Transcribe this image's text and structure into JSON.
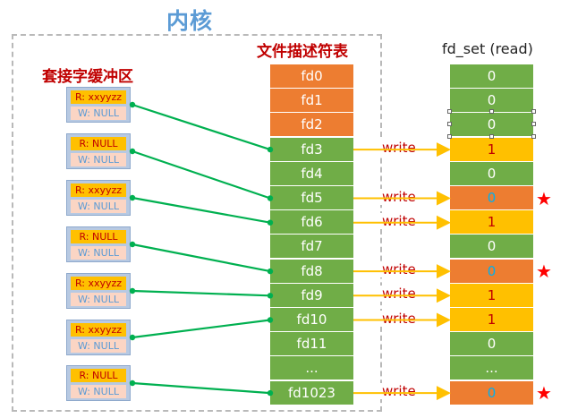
{
  "title": "内核",
  "socket_buffer_label": "套接字缓冲区",
  "fd_table_label": "文件描述符表",
  "fd_set_label": "fd_set (read)",
  "write_label": "write",
  "buffers": [
    {
      "r": "R: xxyyzz",
      "w": "W: NULL"
    },
    {
      "r": "R: NULL",
      "w": "W: NULL"
    },
    {
      "r": "R: xxyyzz",
      "w": "W: NULL"
    },
    {
      "r": "R: NULL",
      "w": "W: NULL"
    },
    {
      "r": "R: xxyyzz",
      "w": "W: NULL"
    },
    {
      "r": "R: xxyyzz",
      "w": "W: NULL"
    },
    {
      "r": "R: NULL",
      "w": "W: NULL"
    }
  ],
  "fds": [
    {
      "label": "fd0",
      "color": "orange"
    },
    {
      "label": "fd1",
      "color": "orange"
    },
    {
      "label": "fd2",
      "color": "orange"
    },
    {
      "label": "fd3",
      "color": "green"
    },
    {
      "label": "fd4",
      "color": "green"
    },
    {
      "label": "fd5",
      "color": "green"
    },
    {
      "label": "fd6",
      "color": "green"
    },
    {
      "label": "fd7",
      "color": "green"
    },
    {
      "label": "fd8",
      "color": "green"
    },
    {
      "label": "fd9",
      "color": "green"
    },
    {
      "label": "fd10",
      "color": "green"
    },
    {
      "label": "fd11",
      "color": "green"
    },
    {
      "label": "...",
      "color": "green"
    },
    {
      "label": "fd1023",
      "color": "green"
    }
  ],
  "bits": [
    {
      "value": "0",
      "color": "green",
      "write": false,
      "star": false
    },
    {
      "value": "0",
      "color": "green",
      "write": false,
      "star": false
    },
    {
      "value": "0",
      "color": "green",
      "write": false,
      "star": false
    },
    {
      "value": "1",
      "color": "yellow",
      "write": true,
      "star": false
    },
    {
      "value": "0",
      "color": "green",
      "write": false,
      "star": false
    },
    {
      "value": "0",
      "color": "orange",
      "write": true,
      "star": true
    },
    {
      "value": "1",
      "color": "yellow",
      "write": true,
      "star": false
    },
    {
      "value": "0",
      "color": "green",
      "write": false,
      "star": false
    },
    {
      "value": "0",
      "color": "orange",
      "write": true,
      "star": true
    },
    {
      "value": "1",
      "color": "yellow",
      "write": true,
      "star": false
    },
    {
      "value": "1",
      "color": "yellow",
      "write": true,
      "star": false
    },
    {
      "value": "0",
      "color": "green",
      "write": false,
      "star": false
    },
    {
      "value": "...",
      "color": "green",
      "write": false,
      "star": false
    },
    {
      "value": "0",
      "color": "orange",
      "write": true,
      "star": true
    }
  ],
  "connections": [
    {
      "buffer": 0,
      "fd": 3
    },
    {
      "buffer": 1,
      "fd": 5
    },
    {
      "buffer": 2,
      "fd": 6
    },
    {
      "buffer": 3,
      "fd": 8
    },
    {
      "buffer": 4,
      "fd": 9
    },
    {
      "buffer": 5,
      "fd": 10
    },
    {
      "buffer": 6,
      "fd": 13
    }
  ],
  "star_glyph": "★",
  "colors": {
    "green": "#70ad47",
    "orange": "#ed7d31",
    "yellow": "#ffc000",
    "line": "#00b050",
    "arrow": "#ffc000",
    "red": "#c00000"
  }
}
